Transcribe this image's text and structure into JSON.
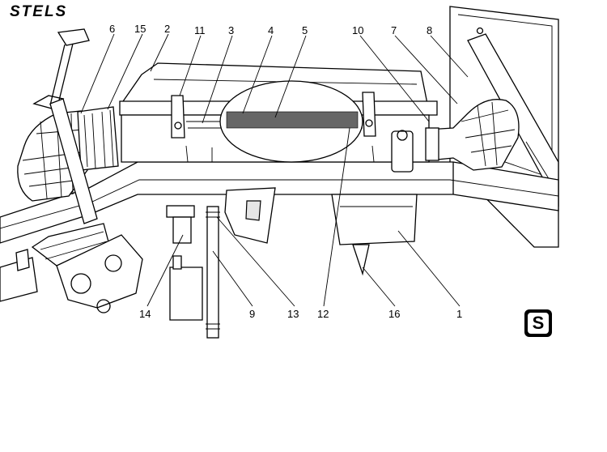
{
  "brand": "STELS",
  "callouts": [
    "6",
    "15",
    "2",
    "11",
    "3",
    "4",
    "5",
    "10",
    "7",
    "8",
    "14",
    "9",
    "13",
    "12",
    "16",
    "1"
  ],
  "badge": "S"
}
